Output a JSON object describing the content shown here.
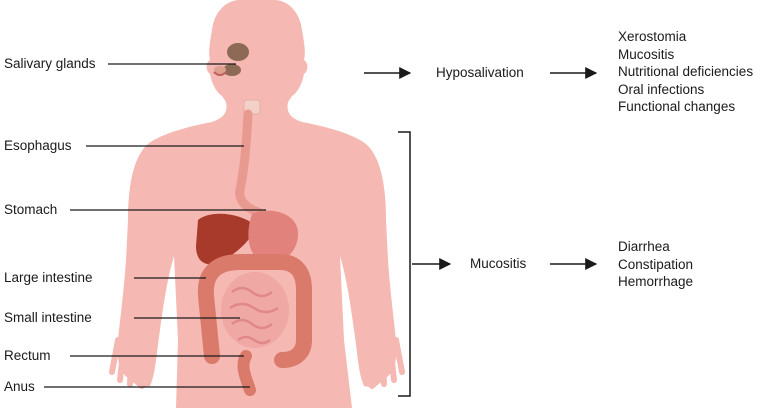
{
  "organs": {
    "salivary_glands": "Salivary glands",
    "esophagus": "Esophagus",
    "stomach": "Stomach",
    "large_intestine": "Large intestine",
    "small_intestine": "Small intestine",
    "rectum": "Rectum",
    "anus": "Anus"
  },
  "upper_path": {
    "condition": "Hyposalivation",
    "effects": [
      "Xerostomia",
      "Mucositis",
      "Nutritional deficiencies",
      "Oral infections",
      "Functional changes"
    ]
  },
  "lower_path": {
    "condition": "Mucositis",
    "effects": [
      "Diarrhea",
      "Constipation",
      "Hemorrhage"
    ]
  },
  "colors": {
    "body_fill": "#f5b8b2",
    "liver": "#a83a2c",
    "stomach": "#e2827c",
    "large_intestine": "#d97a6a",
    "small_intestine": "#f0a8a4",
    "esophagus": "#e99a90",
    "salivary": "#8c6a55",
    "line": "#1a1a1a"
  }
}
